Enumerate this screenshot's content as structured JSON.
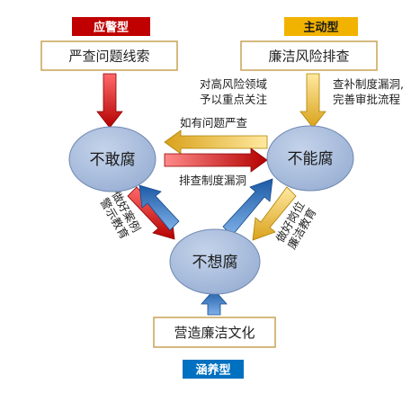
{
  "tags": {
    "passive": "应警型",
    "active": "主动型",
    "nurturing": "涵养型"
  },
  "colors": {
    "passive_tag": "#c00000",
    "active_tag": "#ffc000",
    "nurturing_tag": "#0070c0",
    "box_border": "#c9a256",
    "circle_fill": "#a9bddc",
    "red_arrow": "#c00000",
    "yellow_arrow": "#e0b030",
    "blue_arrow": "#1f5fa8"
  },
  "boxes": {
    "clues": "严查问题线索",
    "risk_check": "廉洁风险排查",
    "culture": "营造廉洁文化"
  },
  "nodes": {
    "dare_not": "不敢腐",
    "cannot": "不能腐",
    "want_not": "不想腐"
  },
  "labels": {
    "high_risk_line1": "对高风险领域",
    "high_risk_line2": "予以重点关注",
    "loophole_line1": "查补制度漏洞,",
    "loophole_line2": "完善审批流程",
    "strict_check": "如有问题严查",
    "check_loopholes": "排查制度漏洞",
    "warning_col1": "做好案例",
    "warning_col2": "警示教育",
    "post_col1": "做好岗位",
    "post_col2": "廉洁教育"
  }
}
